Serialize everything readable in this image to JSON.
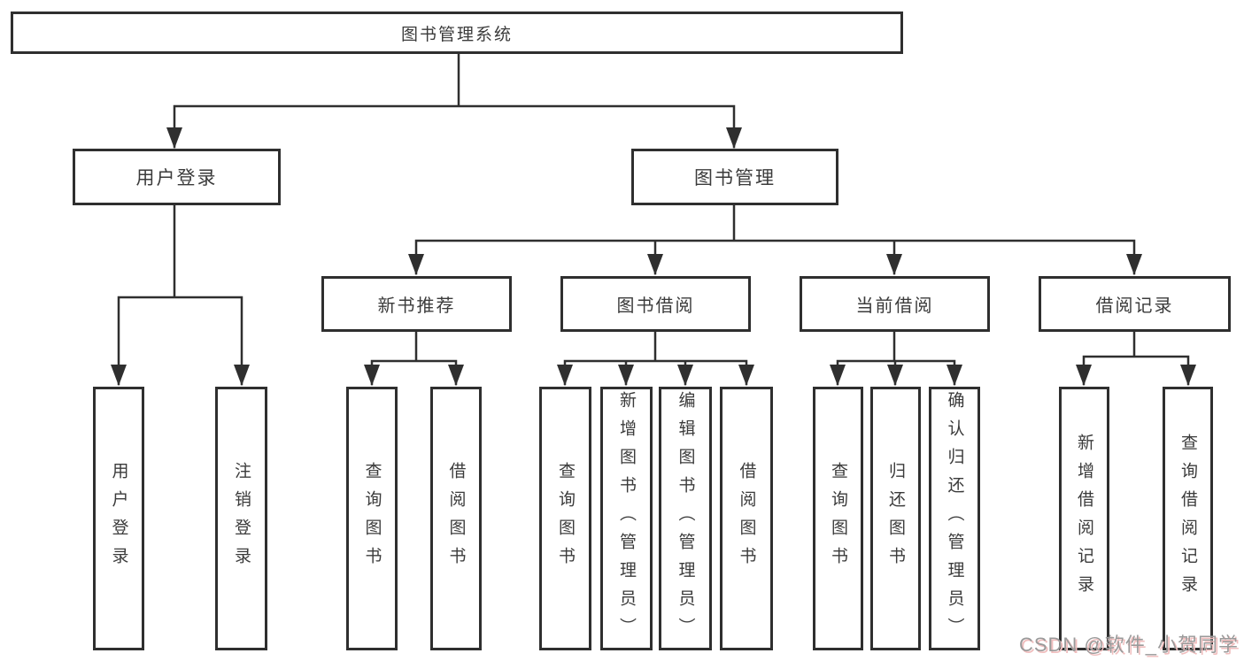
{
  "diagram_title": "图书管理系统",
  "tree": {
    "label": "图书管理系统",
    "children": [
      {
        "label": "用户登录",
        "children": [
          {
            "label": "用户登录"
          },
          {
            "label": "注销登录"
          }
        ]
      },
      {
        "label": "图书管理",
        "children": [
          {
            "label": "新书推荐",
            "children": [
              {
                "label": "查询图书"
              },
              {
                "label": "借阅图书"
              }
            ]
          },
          {
            "label": "图书借阅",
            "children": [
              {
                "label": "查询图书"
              },
              {
                "label": "新增图书（管理员）"
              },
              {
                "label": "编辑图书（管理员）"
              },
              {
                "label": "借阅图书"
              }
            ]
          },
          {
            "label": "当前借阅",
            "children": [
              {
                "label": "查询图书"
              },
              {
                "label": "归还图书"
              },
              {
                "label": "确认归还（管理员）"
              }
            ]
          },
          {
            "label": "借阅记录",
            "children": [
              {
                "label": "新增借阅记录"
              },
              {
                "label": "查询借阅记录"
              }
            ]
          }
        ]
      }
    ]
  },
  "watermark": {
    "text": "CSDN @软件_小贺同学"
  },
  "colors": {
    "line": "#2f2f2f",
    "box_border": "#2f2f2f",
    "text": "#3b3b3b",
    "background": "#ffffff",
    "watermark_text": "#9a9a9a",
    "watermark_shadow": "#f0bebe"
  }
}
